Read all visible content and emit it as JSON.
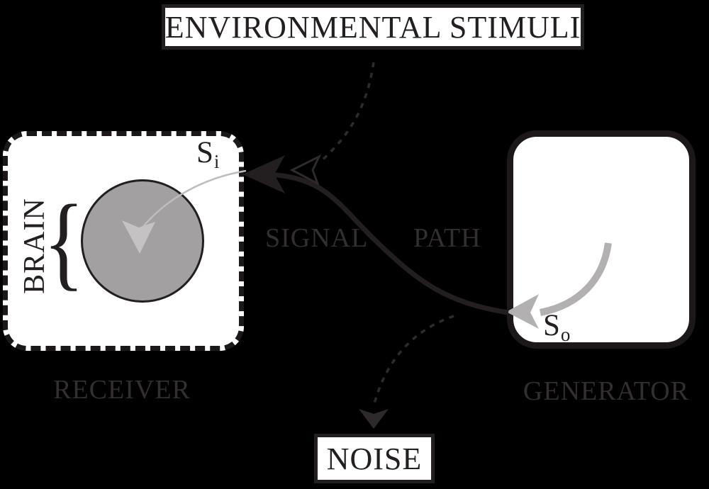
{
  "colors": {
    "background": "#000000",
    "box_fill": "#ffffff",
    "ink": "#231f20",
    "dim_ink": "#332e2f",
    "dash_ink": "#2e2a2b",
    "circle_fill": "#a2a0a1",
    "pale_stroke": "#bebcbd",
    "pale_fill": "#c4c2c3",
    "gray_arrow": "#b2b0b1"
  },
  "stimuli_box": {
    "label": "ENVIRONMENTAL STIMULI"
  },
  "receiver": {
    "caption": "RECEIVER",
    "brain_label": "BRAIN",
    "brace_glyph": "{",
    "input_signal": {
      "base": "S",
      "subscript": "i"
    }
  },
  "generator": {
    "caption": "GENERATOR",
    "output_signal": {
      "base": "S",
      "subscript": "o"
    }
  },
  "signal_path": {
    "word1": "SIGNAL",
    "word2": "PATH"
  },
  "noise_box": {
    "label": "NOISE"
  }
}
